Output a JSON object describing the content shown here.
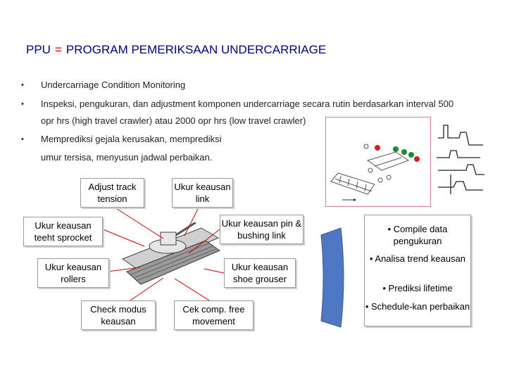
{
  "title": {
    "abbr": "PPU",
    "eq": "=",
    "text": "PROGRAM PEMERIKSAAN UNDERCARRIAGE"
  },
  "bullets": [
    {
      "line1": "Undercarriage Condition Monitoring"
    },
    {
      "line1": "Inspeksi, pengukuran, dan adjustment komponen undercarriage secara rutin berdasarkan interval 500",
      "line2": "opr hrs (high travel crawler) atau 2000 opr hrs (low travel crawler)"
    },
    {
      "line1": "Memprediksi gejala kerusakan, memprediksi",
      "line2": "umur tersisa, menyusun jadwal perbaikan."
    }
  ],
  "bullet_char": "•",
  "diagram": {
    "adjust_track": "Adjust track tension",
    "link": "Ukur keausan link",
    "sprocket": "Ukur keausan teeht sprocket",
    "pin_bushing": "Ukur keausan pin & bushing link",
    "rollers": "Ukur keausan rollers",
    "grouser": "Ukur keausan shoe grouser",
    "check_modus": "Check modus keausan",
    "free_movement": "Cek comp. free movement"
  },
  "outputs": [
    "• Compile data pengukuran",
    "• Analisa trend keausan",
    "• Prediksi lifetime",
    "• Schedule-kan perbaikan"
  ],
  "colors": {
    "title": "#000080",
    "accent": "#cc0000",
    "arrow": "#4f78c4"
  }
}
